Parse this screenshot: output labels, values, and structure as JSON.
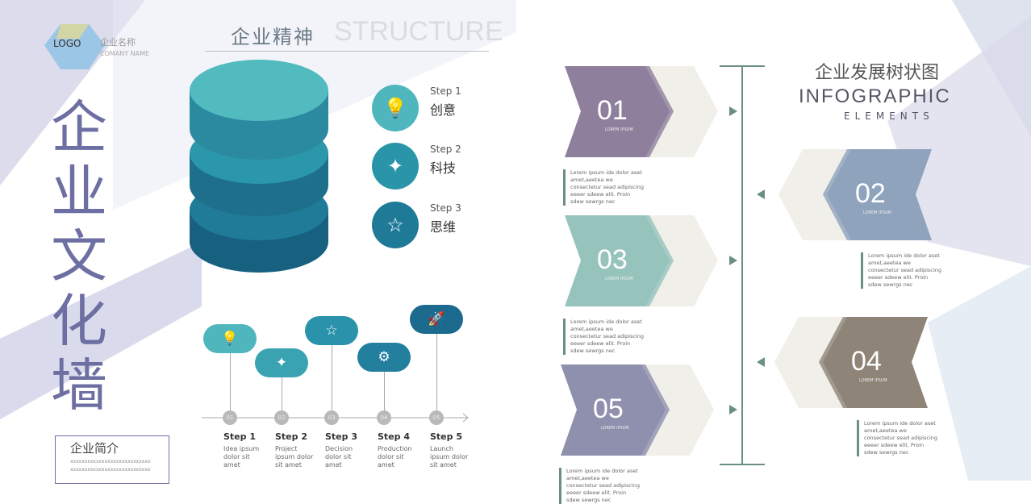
{
  "left": {
    "logo": {
      "text": "LOGO",
      "company_cn": "企业名称",
      "company_en": "COMANY NAME"
    },
    "vertical_title": [
      "企",
      "业",
      "文",
      "化",
      "墙"
    ],
    "header": {
      "cn": "企业精神",
      "en": "STRUCTURE"
    },
    "steps": [
      {
        "label": "Step 1",
        "cn": "创意",
        "icon": "lightbulb-icon",
        "glyph": "💡",
        "color": "#4fb6bd"
      },
      {
        "label": "Step 2",
        "cn": "科技",
        "icon": "puzzle-icon",
        "glyph": "✦",
        "color": "#2a95a8"
      },
      {
        "label": "Step 3",
        "cn": "思维",
        "icon": "star-icon",
        "glyph": "☆",
        "color": "#1f7a98"
      }
    ],
    "timeline": [
      {
        "num": "01",
        "title": "Step 1",
        "desc": "Idea ipsum dolor sit amet",
        "glyph": "💡",
        "color": "#4fb6bd"
      },
      {
        "num": "02",
        "title": "Step 2",
        "desc": "Project ipsum dolor sit amet",
        "glyph": "✦",
        "color": "#3aa3b2"
      },
      {
        "num": "03",
        "title": "Step 3",
        "desc": "Decision dolor sit amet",
        "glyph": "☆",
        "color": "#2a92aa"
      },
      {
        "num": "04",
        "title": "Step 4",
        "desc": "Production dolor sit amet",
        "glyph": "⚙",
        "color": "#237f9e"
      },
      {
        "num": "05",
        "title": "Step 5",
        "desc": "Launch ipsum dolor sit amet",
        "glyph": "🚀",
        "color": "#1d6a8f"
      }
    ],
    "intro": {
      "title": "企业简介",
      "filler": "xxxxxxxxxxxxxxxxxxxxxxxxxxxx"
    }
  },
  "right": {
    "title_cn": "企业发展树状图",
    "title_en": "INFOGRAPHIC",
    "subtitle": "ELEMENTS",
    "lorem": "Lorem ipsum ide dolor aset amet,aeetea we consectetur sead adipiscing eeeer sdeew elit. Proin sdew sewrgs nec",
    "items": [
      {
        "num": "01",
        "sub": "LOREM IPSUM",
        "color": "#8e7f9c"
      },
      {
        "num": "02",
        "sub": "LOREM IPSUM",
        "color": "#8fa3bd"
      },
      {
        "num": "03",
        "sub": "LOREM IPSUM",
        "color": "#96c3bc"
      },
      {
        "num": "04",
        "sub": "LOREM IPSUM",
        "color": "#8e8478"
      },
      {
        "num": "05",
        "sub": "LOREM IPSUM",
        "color": "#8f90ae"
      }
    ]
  }
}
